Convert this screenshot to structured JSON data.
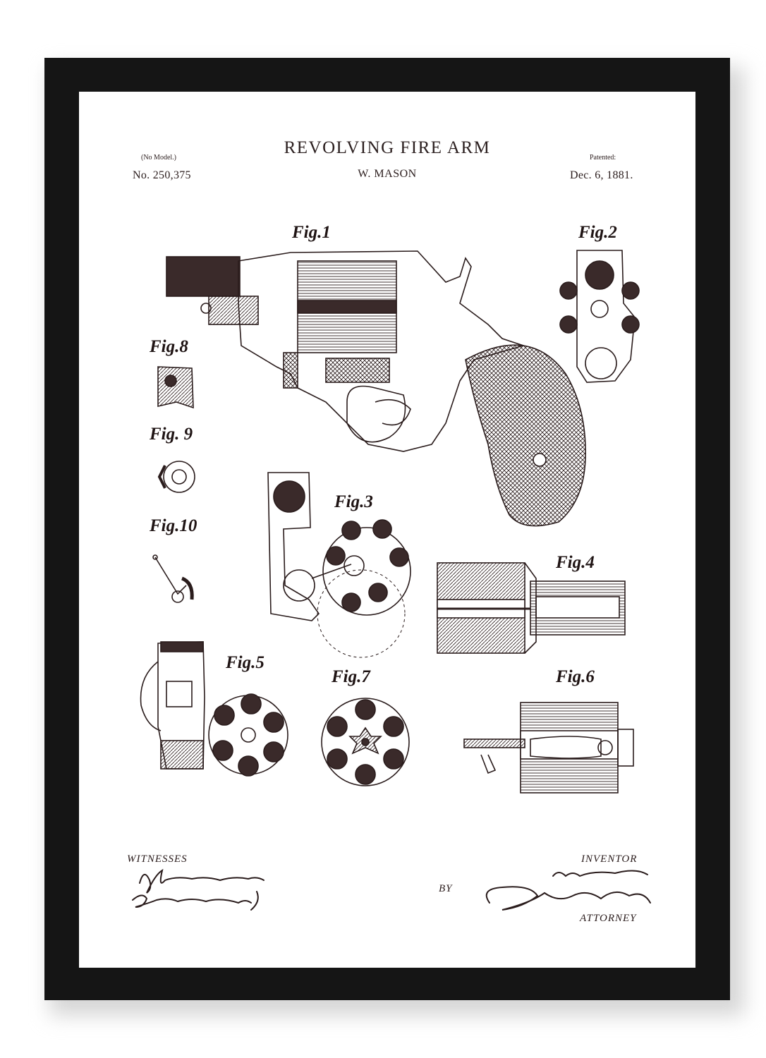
{
  "header": {
    "model_note": "(No Model.)",
    "patent_number": "No. 250,375",
    "title": "REVOLVING FIRE ARM",
    "inventor": "W. MASON",
    "patented_label": "Patented:",
    "date": "Dec. 6, 1881."
  },
  "figures": {
    "fig1": "Fig.1",
    "fig2": "Fig.2",
    "fig3": "Fig.3",
    "fig4": "Fig.4",
    "fig5": "Fig.5",
    "fig6": "Fig.6",
    "fig7": "Fig.7",
    "fig8": "Fig.8",
    "fig9": "Fig. 9",
    "fig10": "Fig.10"
  },
  "footer": {
    "witnesses_label": "WITNESSES",
    "by_label": "BY",
    "inventor_label": "INVENTOR",
    "attorney_label": "ATTORNEY"
  },
  "colors": {
    "frame": "#151515",
    "ink": "#2a1c1c",
    "paper": "#ffffff"
  }
}
